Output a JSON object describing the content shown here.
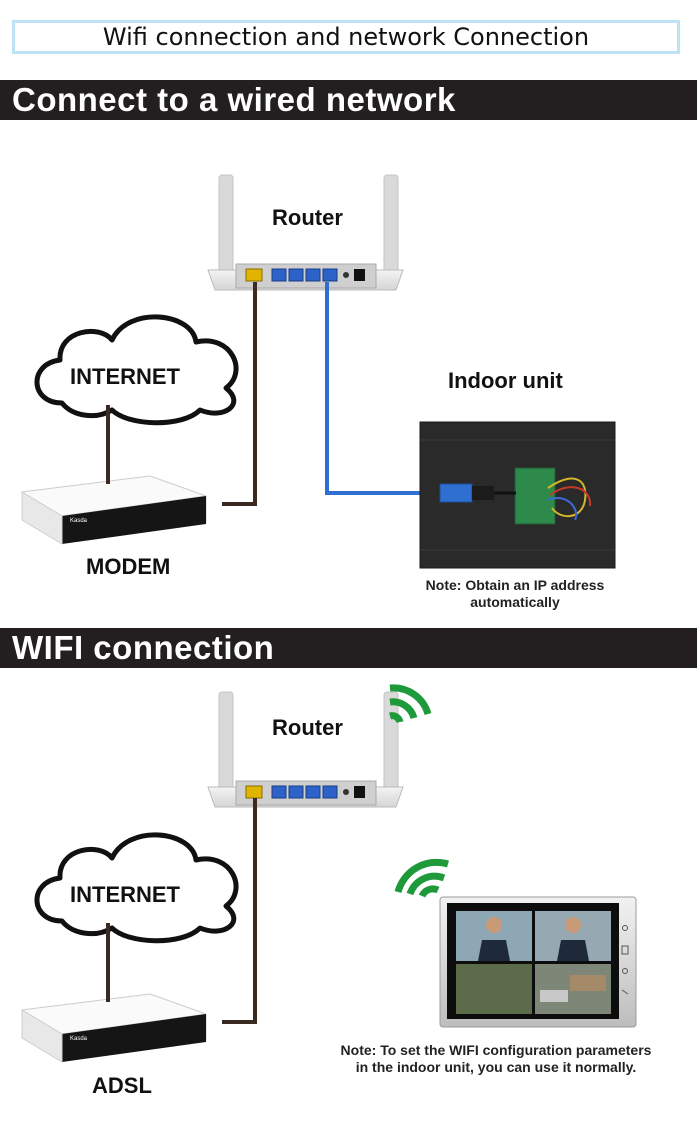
{
  "header": {
    "title": "Wifi connection and network Connection"
  },
  "wired": {
    "heading": "Connect to a wired network",
    "router_label": "Router",
    "cloud_label": "INTERNET",
    "modem_label": "MODEM",
    "indoor_label": "Indoor unit",
    "note_line1": "Note: Obtain an IP address",
    "note_line2": "automatically",
    "modem_brand": "Kasda"
  },
  "wifi": {
    "heading": "WIFI connection",
    "router_label": "Router",
    "cloud_label": "INTERNET",
    "adsl_label": "ADSL",
    "note_line1": "Note: To set the WIFI configuration parameters",
    "note_line2": "in the indoor unit, you can use it normally.",
    "modem_brand": "Kasda"
  },
  "colors": {
    "band": "#231f20",
    "title_border": "#bfe3f6",
    "lan_cable": "#2f6fd1",
    "wan_cable": "#3a2a22",
    "wifi_signal": "#1f9a3a",
    "router_port_blue": "#2d62c8",
    "router_port_yellow": "#e0b400"
  }
}
